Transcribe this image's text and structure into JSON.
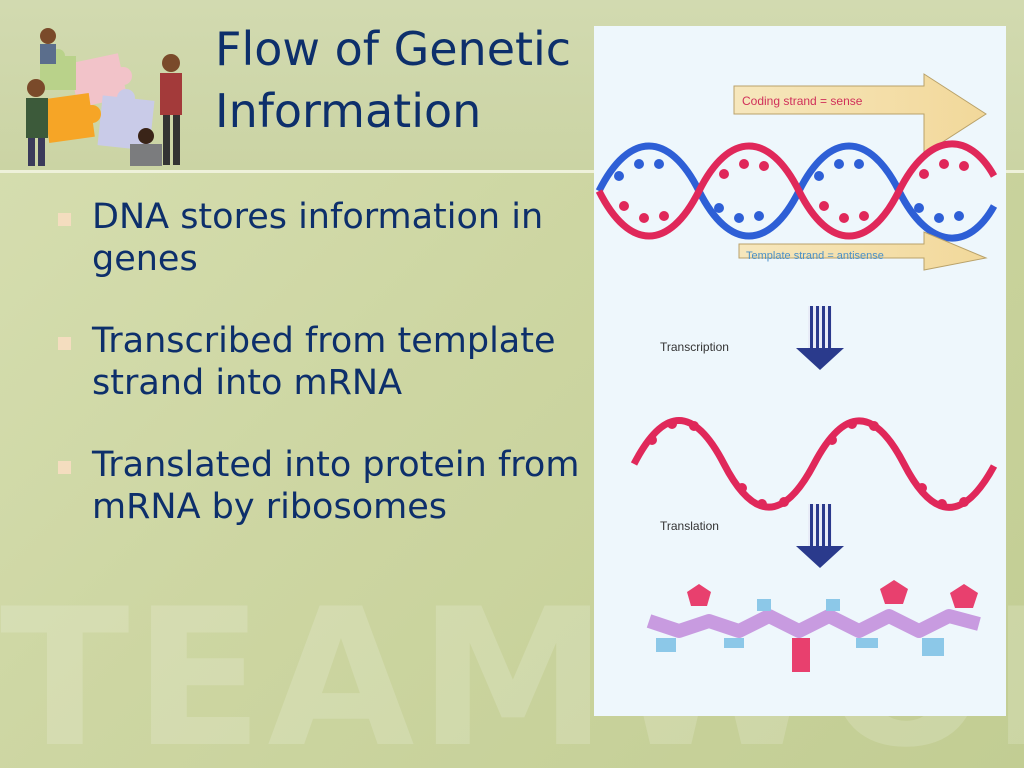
{
  "slide": {
    "title_line1": "Flow of Genetic",
    "title_line2": "Information",
    "bullets": [
      {
        "text": "DNA stores information in genes"
      },
      {
        "text": "Transcribed from template strand into mRNA"
      },
      {
        "text": "Translated into protein from mRNA by ribosomes"
      }
    ],
    "watermark": "TEAMWORK"
  },
  "figure": {
    "coding_strand_label": "Coding strand = sense",
    "template_strand_label": "Template strand = antisense",
    "transcription_label": "Transcription",
    "translation_label": "Translation"
  },
  "colors": {
    "title_text": "#0d2f6b",
    "bullet_marker": "#f4ddbf",
    "dna_blue": "#2e5fd6",
    "rna_pink": "#e0285a",
    "protein_lilac": "#c89be0",
    "protein_blue": "#8cc8e8"
  },
  "icons": [
    "teamwork-puzzle-clipart",
    "down-arrow-icon"
  ]
}
